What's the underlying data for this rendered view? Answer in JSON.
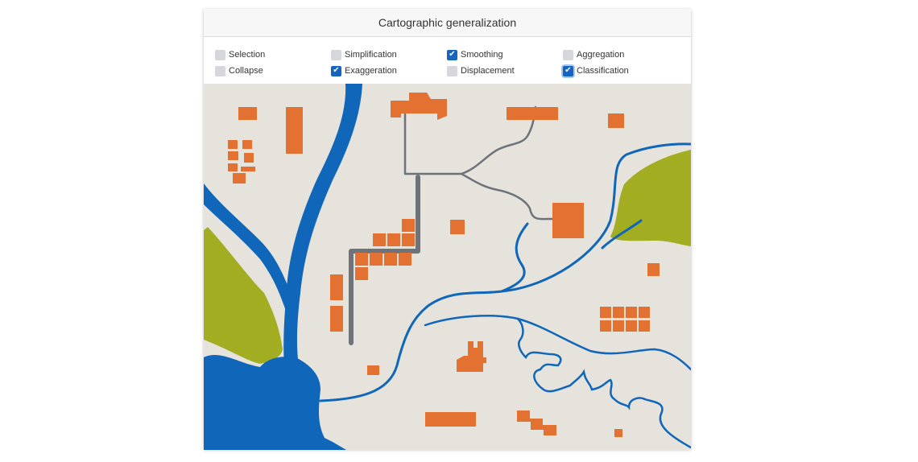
{
  "title": "Cartographic generalization",
  "options": [
    {
      "label": "Selection",
      "checked": false
    },
    {
      "label": "Simplification",
      "checked": false
    },
    {
      "label": "Smoothing",
      "checked": true
    },
    {
      "label": "Aggregation",
      "checked": false
    },
    {
      "label": "Collapse",
      "checked": false
    },
    {
      "label": "Exaggeration",
      "checked": true
    },
    {
      "label": "Displacement",
      "checked": false
    },
    {
      "label": "Classification",
      "checked": true
    }
  ],
  "colors": {
    "land": "#e5e3dc",
    "water": "#1066b8",
    "vegetation": "#a3ad22",
    "building": "#e37232",
    "road": "#6e737a",
    "accent": "#1565c0"
  },
  "check_icon": "check-icon"
}
